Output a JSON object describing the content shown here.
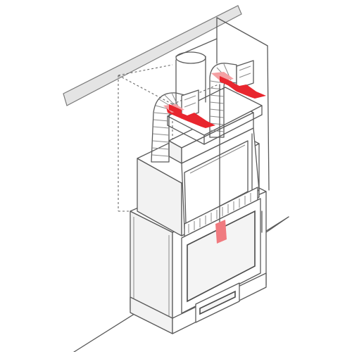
{
  "colors": {
    "airflow": "#e8262e",
    "airflow_light": "#f4a0a3",
    "line": "#5a5a5a",
    "wall": "#e4e4e4"
  },
  "components": {
    "hood": "hood",
    "fireplace_insert": "fireplace-insert",
    "ducts": "flexible-ducts",
    "air_outlets": "air-outlet-grilles",
    "warm_air_arrows": "warm-air-arrows",
    "cold_air_indicator": "air-intake-indicator"
  }
}
